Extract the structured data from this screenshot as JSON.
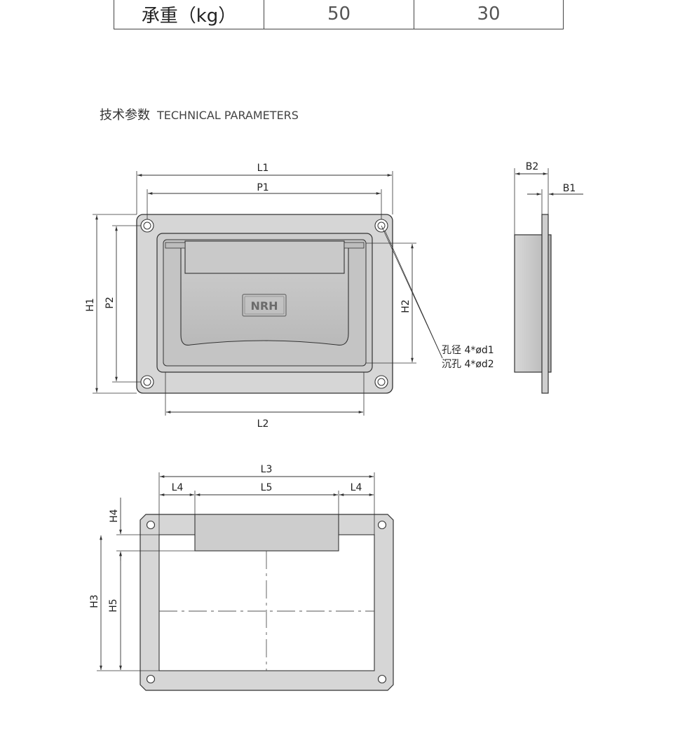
{
  "table": {
    "label": "承重（kg）",
    "values": [
      "50",
      "30"
    ]
  },
  "heading": {
    "cn": "技术参数",
    "en": "TECHNICAL PARAMETERS"
  },
  "front_view": {
    "dims": {
      "L1": "L1",
      "P1": "P1",
      "H1": "H1",
      "P2": "P2",
      "H2": "H2",
      "L2": "L2"
    },
    "logo": "NRH",
    "note_hole": "孔径 4*ød1",
    "note_counter": "沉孔 4*ød2"
  },
  "side_view": {
    "dims": {
      "B2": "B2",
      "B1": "B1"
    }
  },
  "cutout_view": {
    "dims": {
      "L3": "L3",
      "L4_left": "L4",
      "L5": "L5",
      "L4_right": "L4",
      "H4": "H4",
      "H3": "H3",
      "H5": "H5"
    }
  },
  "colors": {
    "plate": "#d6d6d6",
    "recess": "#c7c7c7",
    "handle": "#bdbdbd",
    "line": "#333333"
  }
}
